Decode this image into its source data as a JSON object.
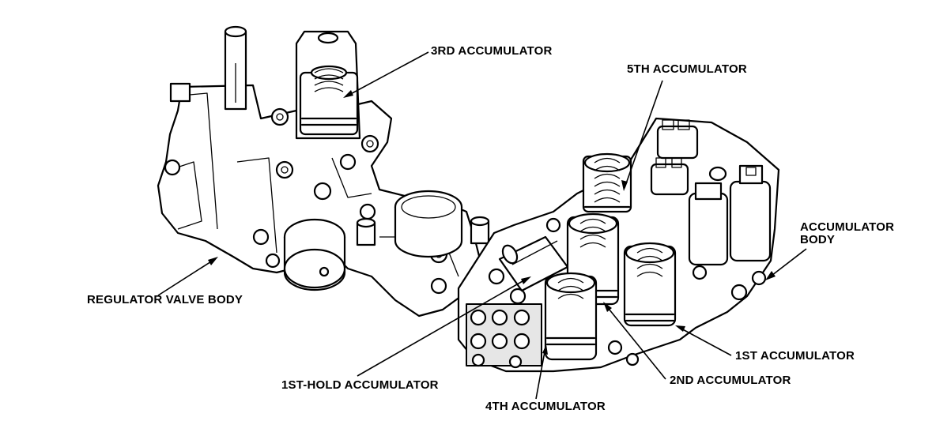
{
  "labels": {
    "third_accumulator": "3RD ACCUMULATOR",
    "fifth_accumulator": "5TH ACCUMULATOR",
    "accumulator_body_line1": "ACCUMULATOR",
    "accumulator_body_line2": "BODY",
    "regulator_valve_body": "REGULATOR VALVE BODY",
    "first_accumulator": "1ST ACCUMULATOR",
    "second_accumulator": "2ND ACCUMULATOR",
    "first_hold_accumulator": "1ST-HOLD ACCUMULATOR",
    "fourth_accumulator": "4TH ACCUMULATOR"
  }
}
